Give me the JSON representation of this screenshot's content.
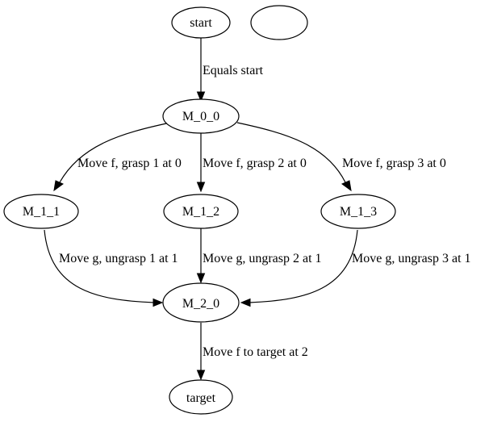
{
  "nodes": {
    "start": "start",
    "blank": "",
    "m00": "M_0_0",
    "m11": "M_1_1",
    "m12": "M_1_2",
    "m13": "M_1_3",
    "m20": "M_2_0",
    "target": "target"
  },
  "edges": {
    "start_m00": "Equals start",
    "m00_m11": "Move f, grasp 1 at 0",
    "m00_m12": "Move f, grasp 2 at 0",
    "m00_m13": "Move f, grasp 3 at 0",
    "m11_m20": "Move g, ungrasp 1 at 1",
    "m12_m20": "Move g, ungrasp 2 at 1",
    "m13_m20": "Move g, ungrasp 3 at 1",
    "m20_target": "Move f to target at 2"
  }
}
